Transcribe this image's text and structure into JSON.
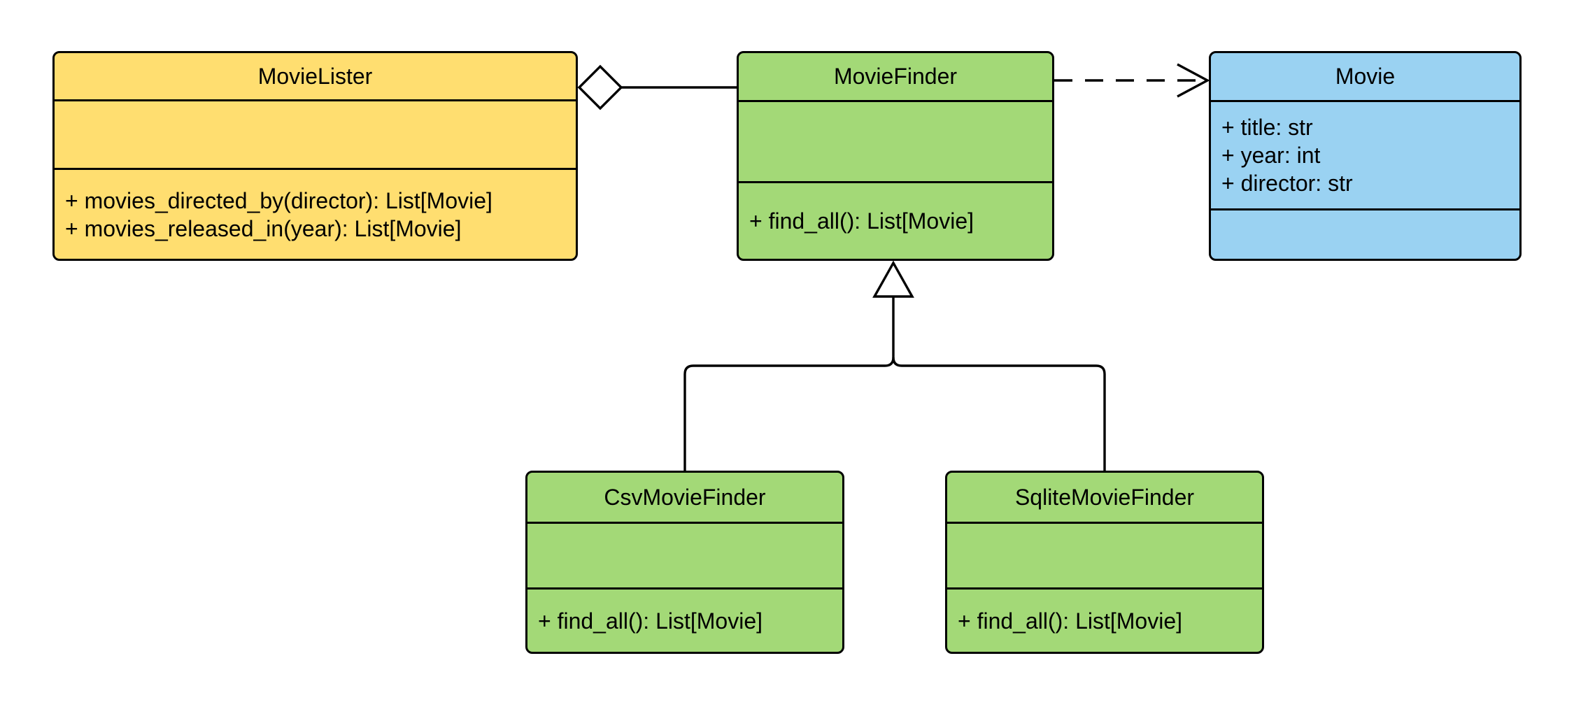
{
  "diagram": {
    "type": "uml-class-diagram",
    "colors": {
      "stroke": "#000000",
      "background": "#FFFFFF",
      "yellow": "#FFDE70",
      "green": "#A3D977",
      "blue": "#9AD2F2"
    },
    "classes": {
      "movie_lister": {
        "name": "MovieLister",
        "fill": "#FFDE70",
        "attributes": [],
        "methods": [
          "+ movies_directed_by(director): List[Movie]",
          "+ movies_released_in(year): List[Movie]"
        ]
      },
      "movie_finder": {
        "name": "MovieFinder",
        "fill": "#A3D977",
        "attributes": [],
        "methods": [
          "+ find_all(): List[Movie]"
        ]
      },
      "movie": {
        "name": "Movie",
        "fill": "#9AD2F2",
        "attributes": [
          "+ title: str",
          "+ year: int",
          "+ director: str"
        ],
        "methods": []
      },
      "csv_movie_finder": {
        "name": "CsvMovieFinder",
        "fill": "#A3D977",
        "attributes": [],
        "methods": [
          "+ find_all(): List[Movie]"
        ]
      },
      "sqlite_movie_finder": {
        "name": "SqliteMovieFinder",
        "fill": "#A3D977",
        "attributes": [],
        "methods": [
          "+ find_all(): List[Movie]"
        ]
      }
    },
    "relationships": [
      {
        "type": "aggregation",
        "from": "MovieLister",
        "to": "MovieFinder"
      },
      {
        "type": "dependency",
        "from": "MovieFinder",
        "to": "Movie"
      },
      {
        "type": "inheritance",
        "from": "CsvMovieFinder",
        "to": "MovieFinder"
      },
      {
        "type": "inheritance",
        "from": "SqliteMovieFinder",
        "to": "MovieFinder"
      }
    ]
  }
}
